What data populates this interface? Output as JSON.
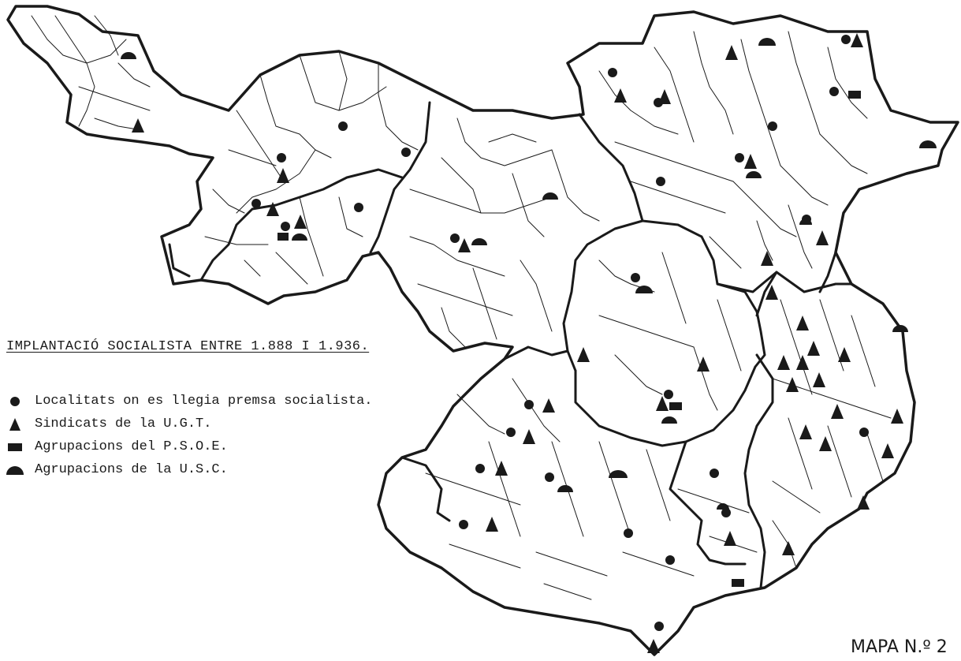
{
  "title": "IMPLANTACIÓ SOCIALISTA ENTRE 1.888 I 1.936.",
  "legend": [
    {
      "symbol": "circle",
      "label": "Localitats on es llegia premsa socialista."
    },
    {
      "symbol": "triangle",
      "label": "Sindicats de la U.G.T."
    },
    {
      "symbol": "rect",
      "label": "Agrupacions del P.S.O.E."
    },
    {
      "symbol": "semicircle",
      "label": "Agrupacions de la U.S.C."
    }
  ],
  "map_label": "MAPA N.º 2",
  "colors": {
    "ink": "#1a1a1a",
    "paper": "#ffffff"
  }
}
